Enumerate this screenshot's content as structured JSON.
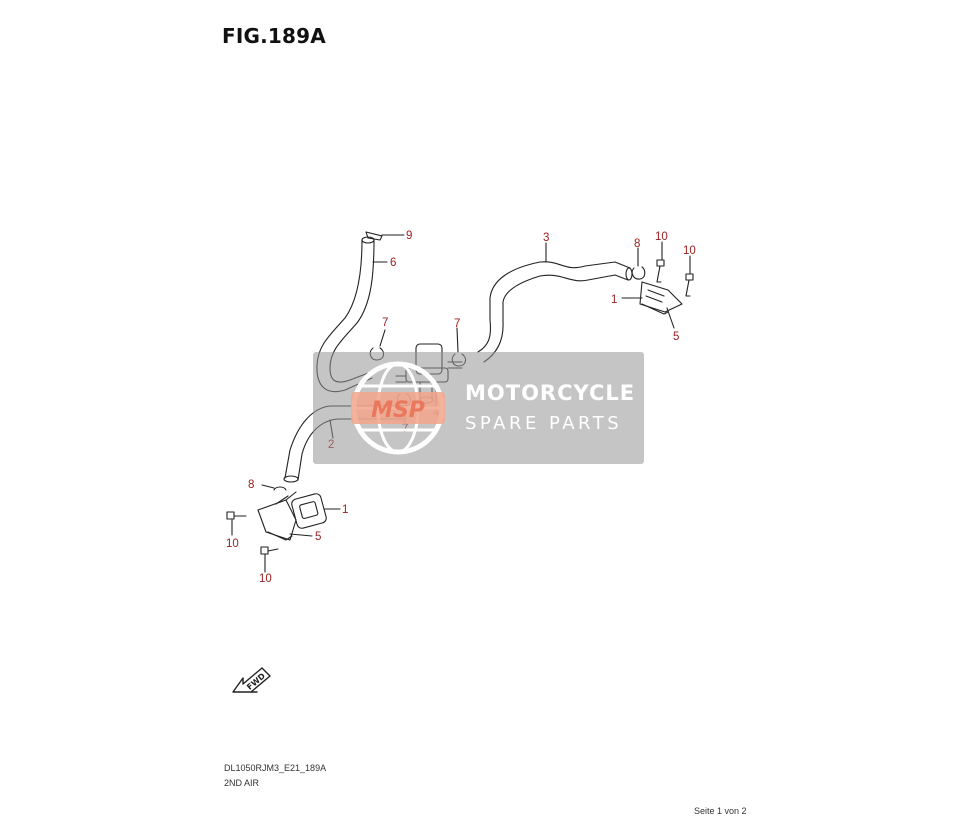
{
  "figure": {
    "title": "FIG.189A",
    "code": "DL1050RJM3_E21_189A",
    "name": "2ND AIR",
    "page_info": "Seite 1 von 2"
  },
  "callouts": [
    {
      "id": "c9",
      "label": "9"
    },
    {
      "id": "c6",
      "label": "6"
    },
    {
      "id": "c3",
      "label": "3"
    },
    {
      "id": "c8a",
      "label": "8"
    },
    {
      "id": "c10a",
      "label": "10"
    },
    {
      "id": "c10b",
      "label": "10"
    },
    {
      "id": "c1a",
      "label": "1"
    },
    {
      "id": "c5a",
      "label": "5"
    },
    {
      "id": "c7a",
      "label": "7"
    },
    {
      "id": "c7b",
      "label": "7"
    },
    {
      "id": "c4",
      "label": "4"
    },
    {
      "id": "c7c",
      "label": "7"
    },
    {
      "id": "c2",
      "label": "2"
    },
    {
      "id": "c8b",
      "label": "8"
    },
    {
      "id": "c1b",
      "label": "1"
    },
    {
      "id": "c5b",
      "label": "5"
    },
    {
      "id": "c10c",
      "label": "10"
    },
    {
      "id": "c10d",
      "label": "10"
    }
  ],
  "fwd_label": "FWD",
  "watermark": {
    "logo": "MSP",
    "line1": "MOTORCYCLE",
    "line2": "SPARE PARTS"
  },
  "colors": {
    "callout": "#9b1c1c",
    "line": "#222222",
    "watermark_bg": "#969696"
  }
}
